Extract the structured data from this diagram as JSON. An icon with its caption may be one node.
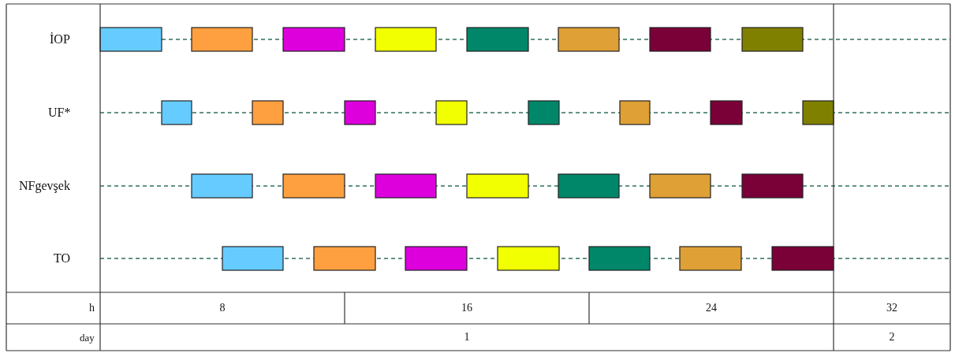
{
  "diagram": {
    "labels": [
      "İOP",
      "UF*",
      "NFgevşek",
      "TO",
      "h",
      "8",
      "16",
      "24",
      "32",
      "day",
      "1",
      "2"
    ]
  }
}
